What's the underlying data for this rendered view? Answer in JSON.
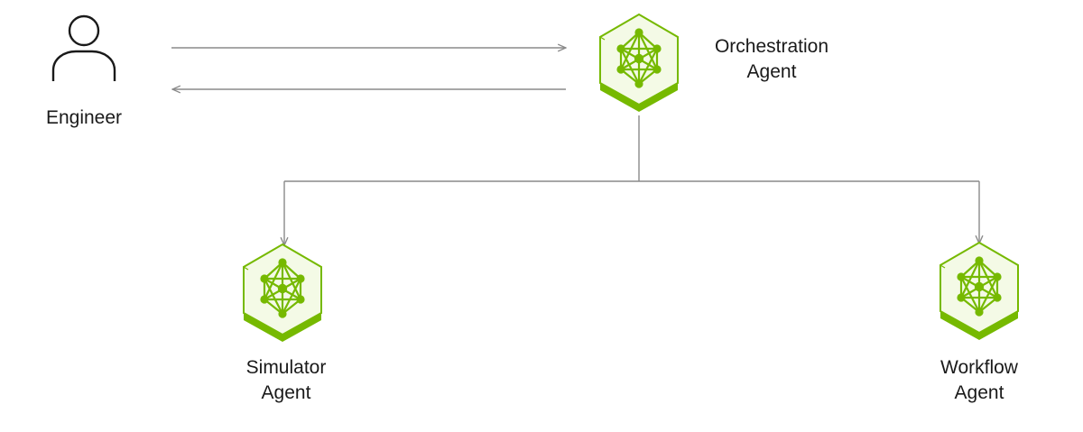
{
  "colors": {
    "agent_green": "#76b900",
    "connector_gray": "#8a8a8a",
    "text": "#1a1a1a"
  },
  "nodes": {
    "engineer": {
      "icon": "person-icon",
      "label": "Engineer"
    },
    "orchestration": {
      "icon": "agent-network-icon",
      "label_line1": "Orchestration",
      "label_line2": "Agent"
    },
    "simulator": {
      "icon": "agent-network-icon",
      "label_line1": "Simulator",
      "label_line2": "Agent"
    },
    "workflow": {
      "icon": "agent-network-icon",
      "label_line1": "Workflow",
      "label_line2": "Agent"
    }
  },
  "edges": [
    {
      "from": "engineer",
      "to": "orchestration"
    },
    {
      "from": "orchestration",
      "to": "engineer"
    },
    {
      "from": "orchestration",
      "to": "simulator"
    },
    {
      "from": "orchestration",
      "to": "workflow"
    }
  ]
}
